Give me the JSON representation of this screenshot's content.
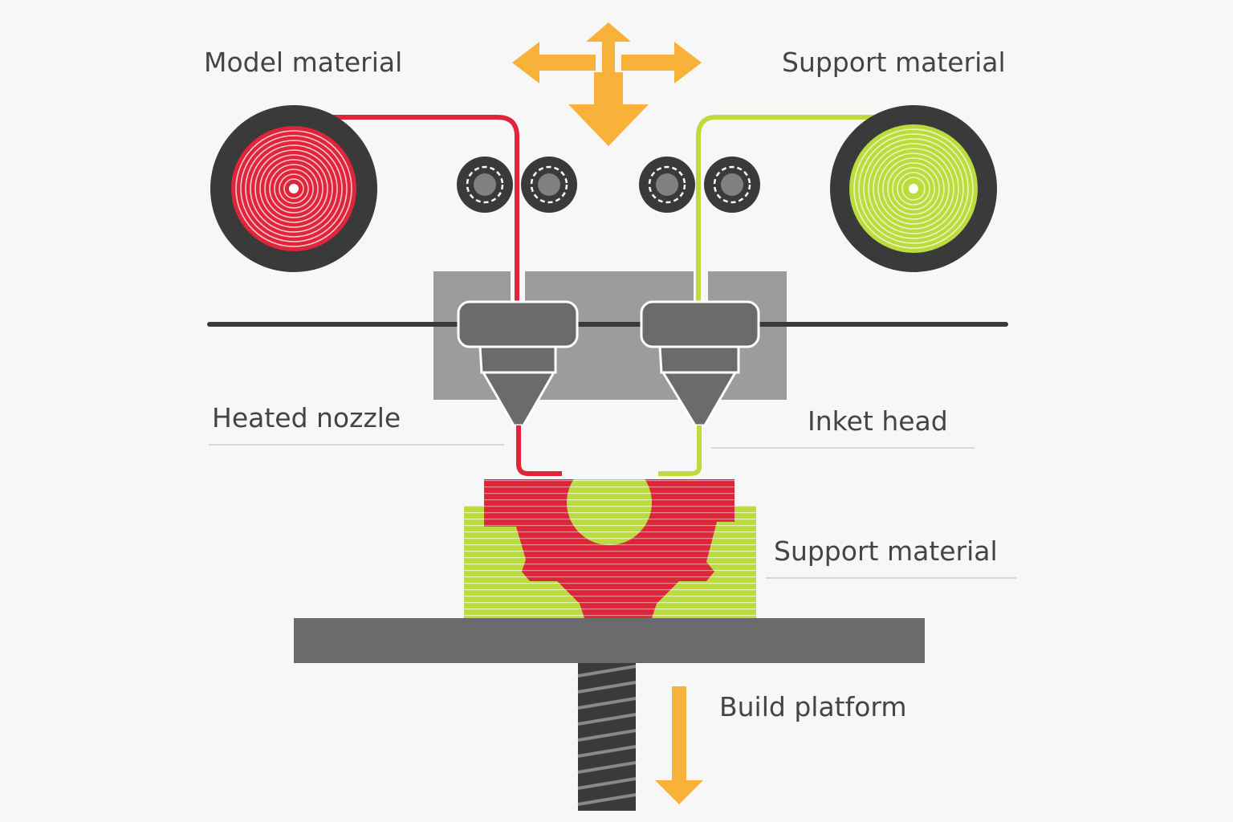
{
  "labels": {
    "model_material": "Model material",
    "support_material_top": "Support material",
    "heated_nozzle": "Heated nozzle",
    "inket_head": "Inket head",
    "support_material_side": "Support material",
    "build_platform": "Build platform"
  },
  "colors": {
    "background": "#f7f7f7",
    "model": "#e0253a",
    "support": "#bcdc3e",
    "arrow": "#f8b23a",
    "dark": "#3a3a3a",
    "metal": "#6b6b6b",
    "carriage": "#9c9c9c"
  },
  "icons": {
    "motion": "four-way-move-arrows-icon",
    "platform_motion": "arrow-down-icon"
  }
}
